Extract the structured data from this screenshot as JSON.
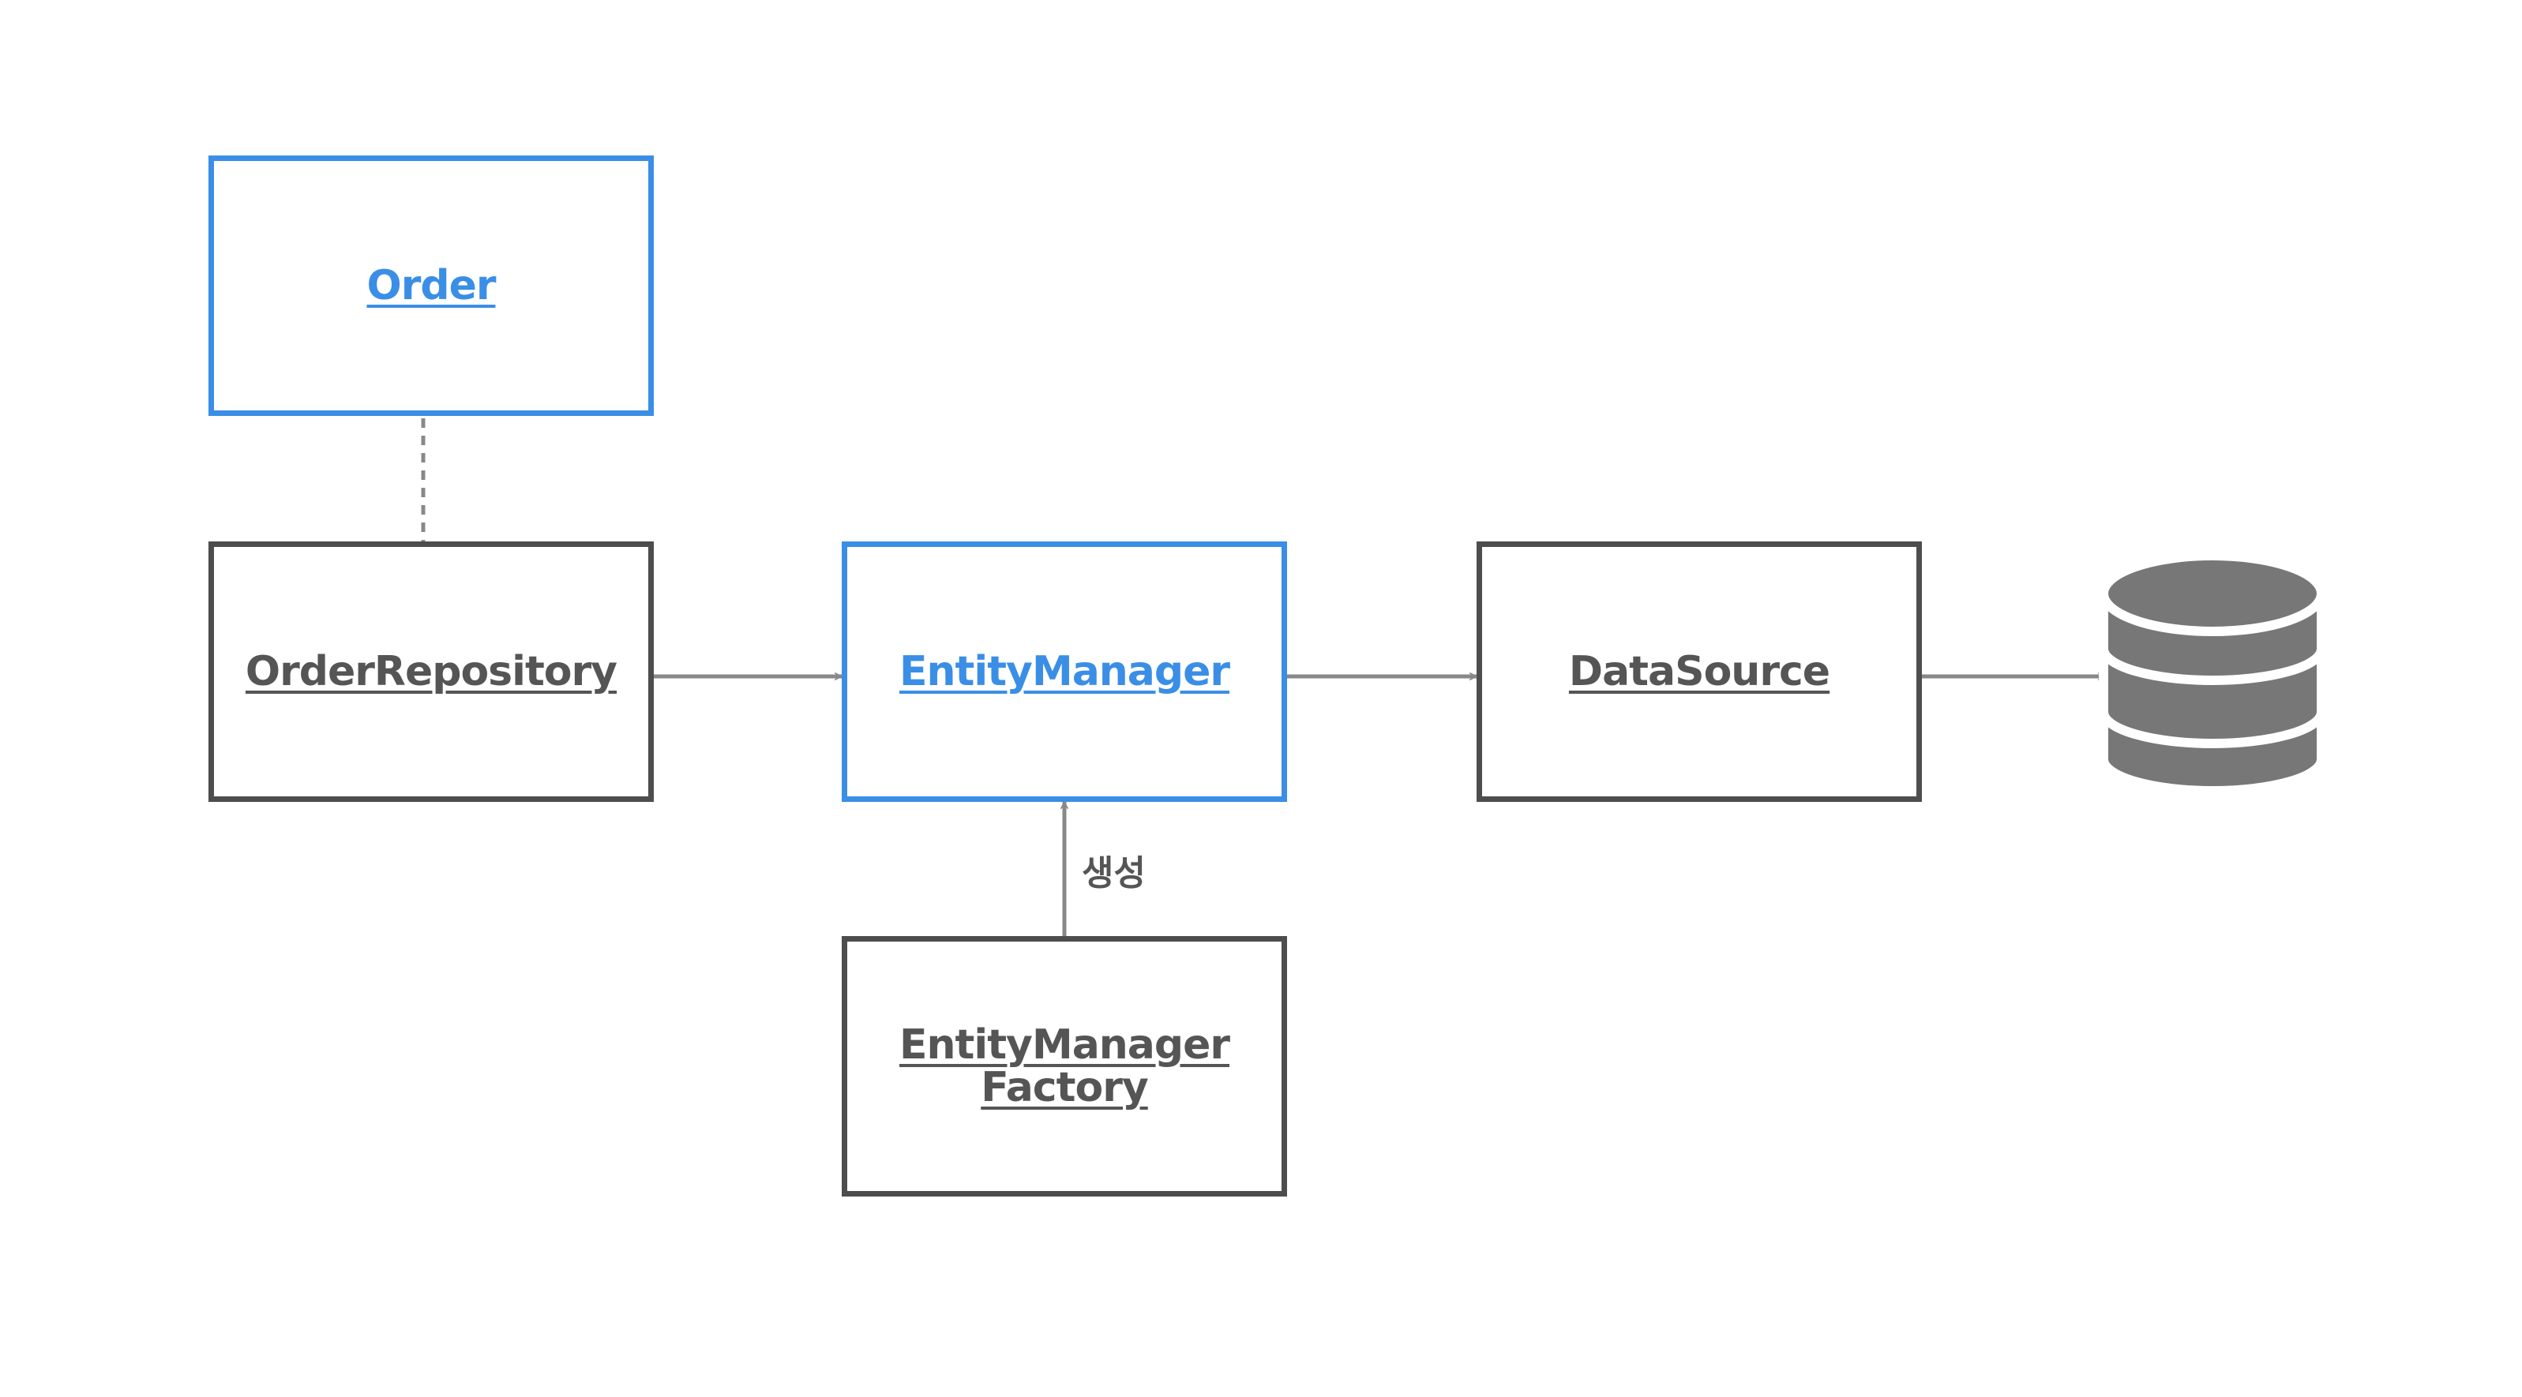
{
  "nodes": {
    "order": {
      "label": "Order"
    },
    "order_repository": {
      "label": "OrderRepository"
    },
    "entity_manager": {
      "label": "EntityManager"
    },
    "data_source": {
      "label": "DataSource"
    },
    "entity_manager_factory": {
      "label_line1": "EntityManager",
      "label_line2": "Factory"
    },
    "database": {
      "icon": "database-icon"
    }
  },
  "edges": {
    "factory_to_entity_manager": {
      "label": "생성"
    }
  },
  "colors": {
    "accent": "#3a8ee6",
    "stroke": "#4d4d4d",
    "text": "#555555",
    "arrow": "#888888",
    "database": "#777777"
  }
}
